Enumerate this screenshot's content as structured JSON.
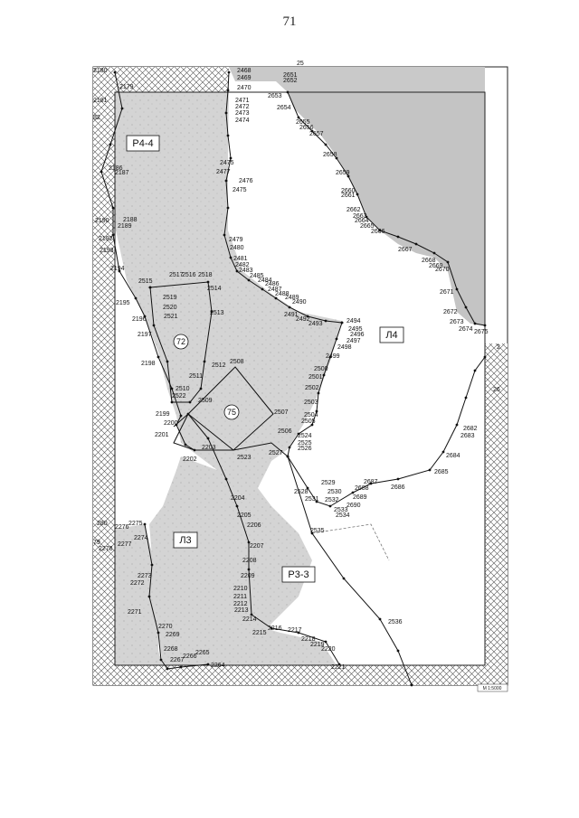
{
  "page": {
    "number": "71"
  },
  "sheet": {
    "top_number": "25",
    "scale": "М 1:5000"
  },
  "zones": [
    {
      "id": "r44",
      "label": "Р4-4"
    },
    {
      "id": "l4",
      "label": "Л4"
    },
    {
      "id": "l3",
      "label": "Л3"
    },
    {
      "id": "r33",
      "label": "Р3-3"
    }
  ],
  "circled": [
    {
      "id": "c72",
      "label": "72"
    },
    {
      "id": "c75",
      "label": "75"
    }
  ],
  "points": {
    "left_edge": [
      {
        "id": "p2180",
        "label": "2180"
      },
      {
        "id": "p2181",
        "label": "2181"
      },
      {
        "id": "p82",
        "label": "82"
      },
      {
        "id": "p2179",
        "label": "2179"
      },
      {
        "id": "p2186",
        "label": "2186"
      },
      {
        "id": "p2187",
        "label": "2187"
      },
      {
        "id": "p2190",
        "label": "2190"
      },
      {
        "id": "p2188",
        "label": "2188"
      },
      {
        "id": "p2189",
        "label": "2189"
      },
      {
        "id": "p2192",
        "label": "2192"
      },
      {
        "id": "p2193",
        "label": "2193"
      },
      {
        "id": "p2194",
        "label": "2194"
      },
      {
        "id": "p2195",
        "label": "2195"
      },
      {
        "id": "p2196",
        "label": "2196"
      },
      {
        "id": "p2197",
        "label": "2197"
      },
      {
        "id": "p2198",
        "label": "2198"
      },
      {
        "id": "p2199",
        "label": "2199"
      },
      {
        "id": "p2200",
        "label": "2200"
      },
      {
        "id": "p2201",
        "label": "2201"
      },
      {
        "id": "p2202",
        "label": "2202"
      },
      {
        "id": "p2203",
        "label": "2203"
      }
    ],
    "central_line": [
      {
        "id": "p2468",
        "label": "2468"
      },
      {
        "id": "p2469",
        "label": "2469"
      },
      {
        "id": "p2470",
        "label": "2470"
      },
      {
        "id": "p2471",
        "label": "2471"
      },
      {
        "id": "p2472",
        "label": "2472"
      },
      {
        "id": "p2473",
        "label": "2473"
      },
      {
        "id": "p2474",
        "label": "2474"
      },
      {
        "id": "p2475a",
        "label": "2475"
      },
      {
        "id": "p2477",
        "label": "2477"
      },
      {
        "id": "p2476",
        "label": "2476"
      },
      {
        "id": "p2475b",
        "label": "2475"
      },
      {
        "id": "p2479",
        "label": "2479"
      },
      {
        "id": "p2480",
        "label": "2480"
      },
      {
        "id": "p2481",
        "label": "2481"
      },
      {
        "id": "p2482",
        "label": "2482"
      },
      {
        "id": "p2483",
        "label": "2483"
      },
      {
        "id": "p2485",
        "label": "2485"
      },
      {
        "id": "p2484",
        "label": "2484"
      },
      {
        "id": "p2486",
        "label": "2486"
      },
      {
        "id": "p2487",
        "label": "2487"
      },
      {
        "id": "p2488",
        "label": "2488"
      },
      {
        "id": "p2489",
        "label": "2489"
      },
      {
        "id": "p2490",
        "label": "2490"
      },
      {
        "id": "p2491",
        "label": "2491"
      },
      {
        "id": "p2492",
        "label": "2492"
      },
      {
        "id": "p2493",
        "label": "2493"
      },
      {
        "id": "p2494",
        "label": "2494"
      },
      {
        "id": "p2495",
        "label": "2495"
      },
      {
        "id": "p2496",
        "label": "2496"
      },
      {
        "id": "p2497",
        "label": "2497"
      },
      {
        "id": "p2498",
        "label": "2498"
      },
      {
        "id": "p2499",
        "label": "2499"
      },
      {
        "id": "p2500",
        "label": "2500"
      },
      {
        "id": "p2501",
        "label": "2501"
      },
      {
        "id": "p2502",
        "label": "2502"
      },
      {
        "id": "p2503",
        "label": "2503"
      },
      {
        "id": "p2504",
        "label": "2504"
      },
      {
        "id": "p2505",
        "label": "2505"
      },
      {
        "id": "p2507",
        "label": "2507"
      },
      {
        "id": "p2506",
        "label": "2506"
      },
      {
        "id": "p2524",
        "label": "2524"
      },
      {
        "id": "p2525",
        "label": "2525"
      },
      {
        "id": "p2526",
        "label": "2526"
      },
      {
        "id": "p2527",
        "label": "2527"
      }
    ],
    "quarter_72": [
      {
        "id": "p2516",
        "label": "2516"
      },
      {
        "id": "p2517",
        "label": "2517"
      },
      {
        "id": "p2518",
        "label": "2518"
      },
      {
        "id": "p2515",
        "label": "2515"
      },
      {
        "id": "p2514",
        "label": "2514"
      },
      {
        "id": "p2519",
        "label": "2519"
      },
      {
        "id": "p2520",
        "label": "2520"
      },
      {
        "id": "p2521",
        "label": "2521"
      },
      {
        "id": "p2513",
        "label": "2513"
      },
      {
        "id": "p2512",
        "label": "2512"
      },
      {
        "id": "p2511",
        "label": "2511"
      },
      {
        "id": "p2510",
        "label": "2510"
      },
      {
        "id": "p2522",
        "label": "2522"
      },
      {
        "id": "p2508",
        "label": "2508"
      },
      {
        "id": "p2509",
        "label": "2509"
      },
      {
        "id": "p2523",
        "label": "2523"
      }
    ],
    "right_coast": [
      {
        "id": "p2651",
        "label": "2651"
      },
      {
        "id": "p2652",
        "label": "2652"
      },
      {
        "id": "p2653",
        "label": "2653"
      },
      {
        "id": "p2654",
        "label": "2654"
      },
      {
        "id": "p2655",
        "label": "2655"
      },
      {
        "id": "p2656",
        "label": "2656"
      },
      {
        "id": "p2657",
        "label": "2657"
      },
      {
        "id": "p2658",
        "label": "2658"
      },
      {
        "id": "p2659",
        "label": "2659"
      },
      {
        "id": "p2660",
        "label": "2660"
      },
      {
        "id": "p2661",
        "label": "2661"
      },
      {
        "id": "p2662",
        "label": "2662"
      },
      {
        "id": "p2663",
        "label": "2663"
      },
      {
        "id": "p2664",
        "label": "2664"
      },
      {
        "id": "p2665",
        "label": "2665"
      },
      {
        "id": "p2666",
        "label": "2666"
      },
      {
        "id": "p2667",
        "label": "2667"
      },
      {
        "id": "p2668",
        "label": "2668"
      },
      {
        "id": "p2669",
        "label": "2669"
      },
      {
        "id": "p2670",
        "label": "2670"
      },
      {
        "id": "p2671",
        "label": "2671"
      },
      {
        "id": "p2672",
        "label": "2672"
      },
      {
        "id": "p2673",
        "label": "2673"
      },
      {
        "id": "p2674",
        "label": "2674"
      },
      {
        "id": "p2675",
        "label": "2675"
      },
      {
        "id": "p2m",
        "label": "2"
      },
      {
        "id": "p26m",
        "label": "26"
      },
      {
        "id": "p2682",
        "label": "2682"
      },
      {
        "id": "p2683",
        "label": "2683"
      },
      {
        "id": "p2684",
        "label": "2684"
      },
      {
        "id": "p2685",
        "label": "2685"
      },
      {
        "id": "p2686",
        "label": "2686"
      },
      {
        "id": "p2687",
        "label": "2687"
      },
      {
        "id": "p2688",
        "label": "2688"
      },
      {
        "id": "p2689",
        "label": "2689"
      },
      {
        "id": "p2690",
        "label": "2690"
      },
      {
        "id": "p2529",
        "label": "2529"
      },
      {
        "id": "p2530",
        "label": "2530"
      },
      {
        "id": "p2528",
        "label": "2528"
      },
      {
        "id": "p2531",
        "label": "2531"
      },
      {
        "id": "p2532",
        "label": "2532"
      },
      {
        "id": "p2533",
        "label": "2533"
      },
      {
        "id": "p2534",
        "label": "2534"
      },
      {
        "id": "p2535",
        "label": "2535"
      },
      {
        "id": "p2536",
        "label": "2536"
      }
    ],
    "south": [
      {
        "id": "p2204",
        "label": "2204"
      },
      {
        "id": "p2205",
        "label": "2205"
      },
      {
        "id": "p2206",
        "label": "2206"
      },
      {
        "id": "p2207",
        "label": "2207"
      },
      {
        "id": "p2208",
        "label": "2208"
      },
      {
        "id": "p2209",
        "label": "2209"
      },
      {
        "id": "p2210",
        "label": "2210"
      },
      {
        "id": "p2211",
        "label": "2211"
      },
      {
        "id": "p2212",
        "label": "2212"
      },
      {
        "id": "p2213",
        "label": "2213"
      },
      {
        "id": "p2214",
        "label": "2214"
      },
      {
        "id": "p2215",
        "label": "2215"
      },
      {
        "id": "p2216",
        "label": "2216"
      },
      {
        "id": "p2217",
        "label": "2217"
      },
      {
        "id": "p2218",
        "label": "2218"
      },
      {
        "id": "p2219",
        "label": "2219"
      },
      {
        "id": "p2220",
        "label": "2220"
      },
      {
        "id": "p2221",
        "label": "2221"
      },
      {
        "id": "p2264",
        "label": "2264"
      },
      {
        "id": "p2265",
        "label": "2265"
      },
      {
        "id": "p2266",
        "label": "2266"
      },
      {
        "id": "p2267",
        "label": "2267"
      },
      {
        "id": "p2268",
        "label": "2268"
      },
      {
        "id": "p2269",
        "label": "2269"
      },
      {
        "id": "p2270",
        "label": "2270"
      },
      {
        "id": "p2271",
        "label": "2271"
      },
      {
        "id": "p2272",
        "label": "2272"
      },
      {
        "id": "p2273",
        "label": "2273"
      },
      {
        "id": "p2274",
        "label": "2274"
      },
      {
        "id": "p2275",
        "label": "2275"
      },
      {
        "id": "p2276",
        "label": "2276"
      },
      {
        "id": "p2277",
        "label": "2277"
      },
      {
        "id": "p2278",
        "label": "2278"
      },
      {
        "id": "p280",
        "label": "280"
      },
      {
        "id": "p79",
        "label": "79"
      }
    ]
  },
  "colors": {
    "forest_fill": "#dadada",
    "sea_fill": "#b9b9b9",
    "line": "#111111",
    "frame": "#222222"
  }
}
